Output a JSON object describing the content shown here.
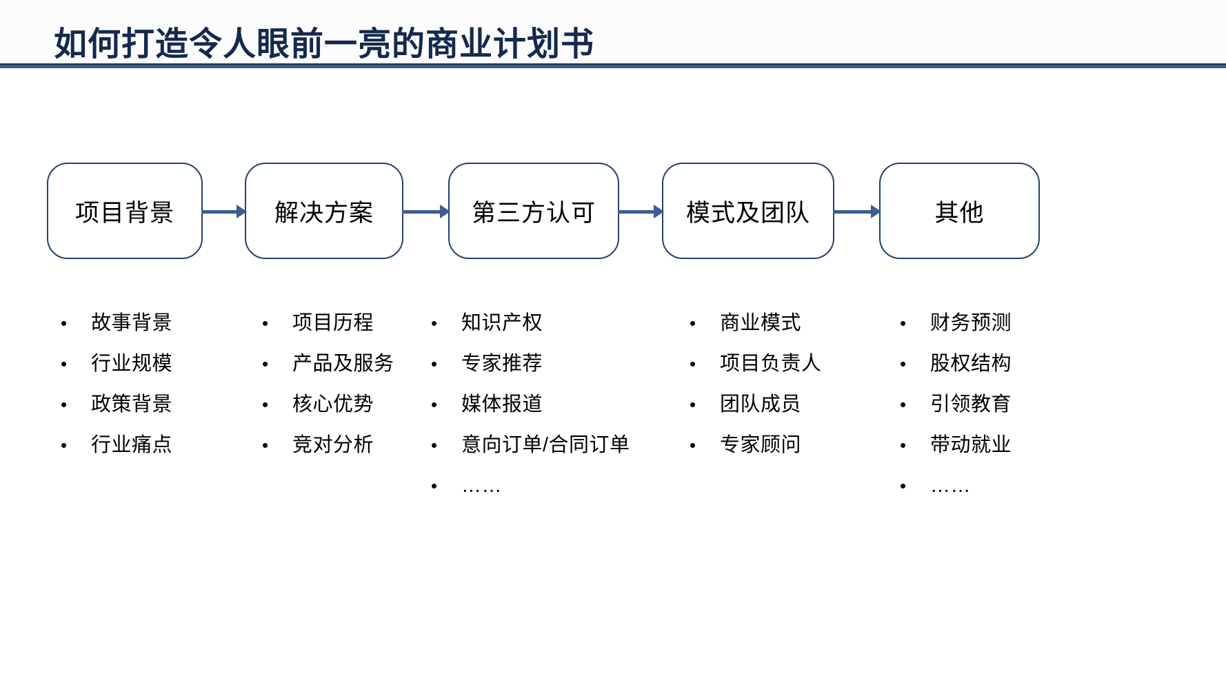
{
  "title": "如何打造令人眼前一亮的商业计划书",
  "bullet": "•",
  "colors": {
    "title_text": "#15294e",
    "divider": "#3c5a88",
    "box_border": "#23406e",
    "arrow": "#3c5d91",
    "body_text": "#000000",
    "background": "#ffffff"
  },
  "columns": [
    {
      "box": "项目背景",
      "items": [
        "故事背景",
        "行业规模",
        "政策背景",
        "行业痛点"
      ]
    },
    {
      "box": "解决方案",
      "items": [
        "项目历程",
        "产品及服务",
        "核心优势",
        "竞对分析"
      ]
    },
    {
      "box": "第三方认可",
      "items": [
        "知识产权",
        "专家推荐",
        "媒体报道",
        "意向订单/合同订单",
        "……"
      ]
    },
    {
      "box": "模式及团队",
      "items": [
        "商业模式",
        "项目负责人",
        "团队成员",
        "专家顾问"
      ]
    },
    {
      "box": "其他",
      "items": [
        "财务预测",
        "股权结构",
        "引领教育",
        "带动就业",
        "……"
      ]
    }
  ]
}
